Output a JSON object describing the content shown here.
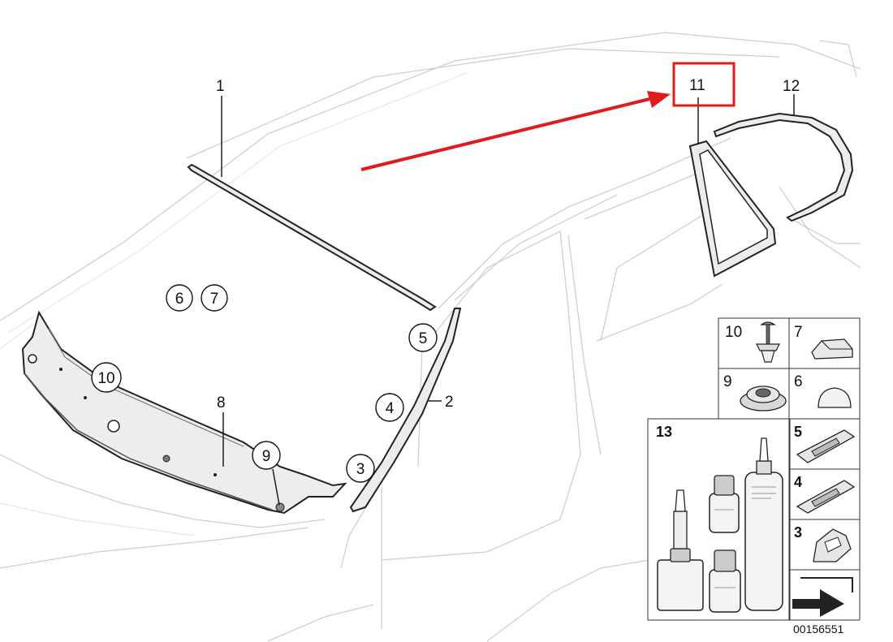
{
  "diagram": {
    "callouts": {
      "c1": "1",
      "c2": "2",
      "c3": "3",
      "c4": "4",
      "c5": "5",
      "c6": "6",
      "c7": "7",
      "c8": "8",
      "c9": "9",
      "c10": "10",
      "c11": "11",
      "c12": "12"
    },
    "legend": {
      "l10": "10",
      "l7": "7",
      "l9": "9",
      "l6": "6",
      "l13": "13",
      "l5": "5",
      "l4": "4",
      "l3": "3"
    },
    "reference_number": "00156551",
    "highlight_color": "#e01b1b"
  }
}
